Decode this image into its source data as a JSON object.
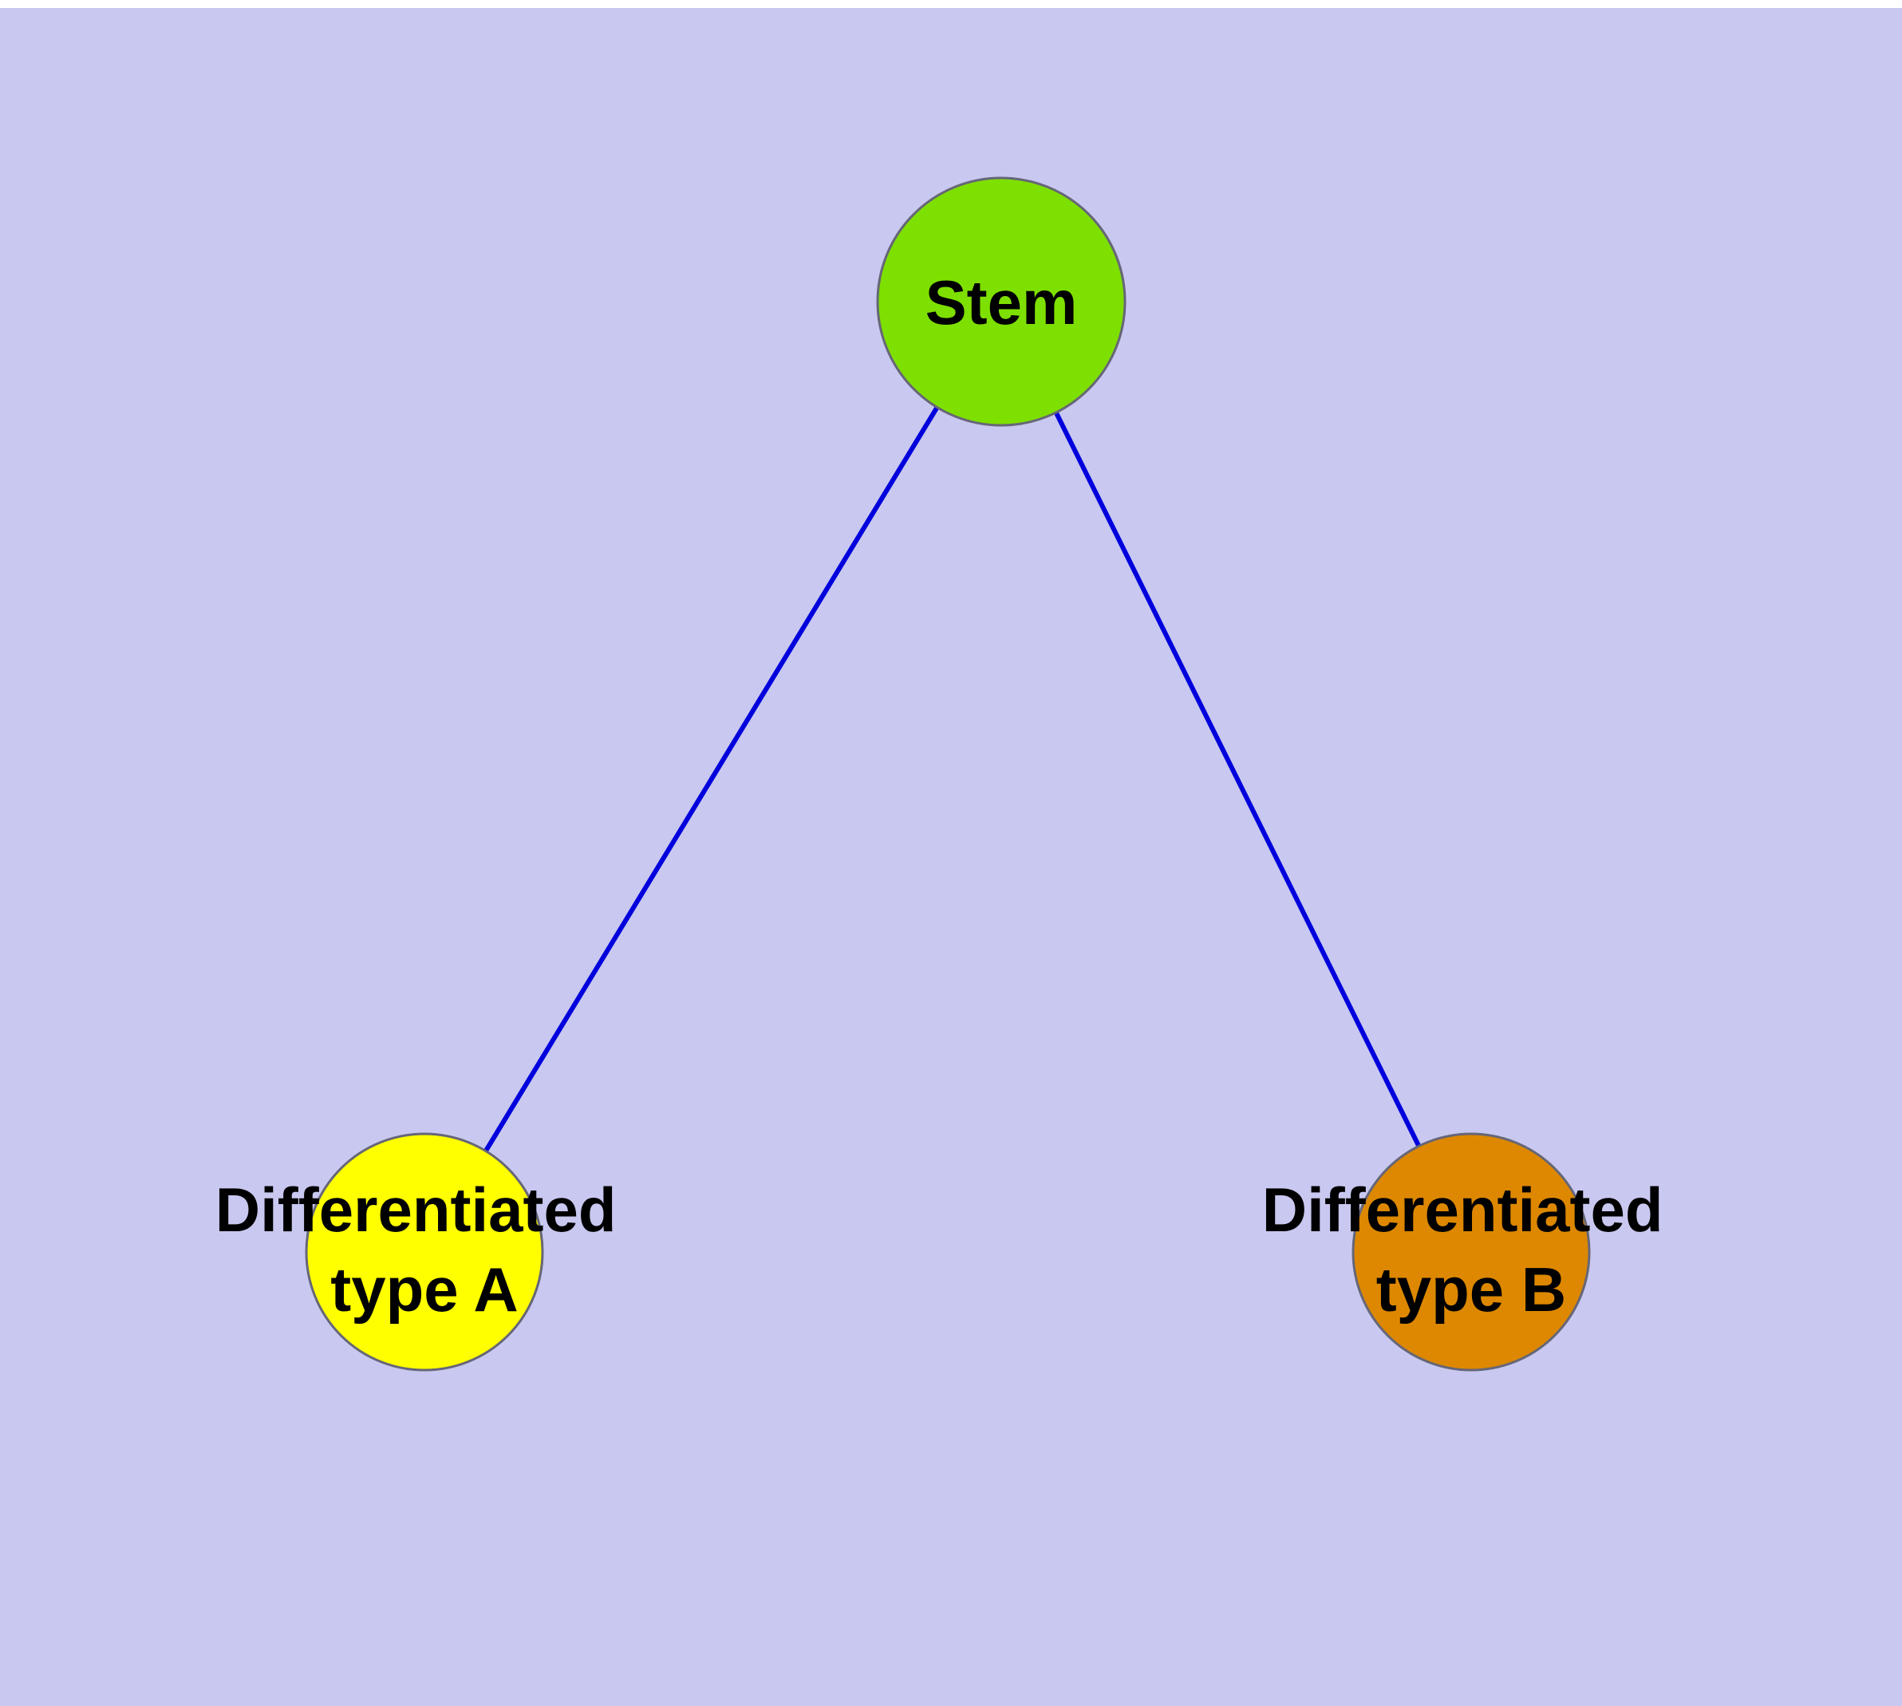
{
  "diagram": {
    "background_color": "#c8c8f0",
    "edge_color": "#0000dd",
    "node_stroke_color": "#666677",
    "nodes": {
      "stem": {
        "label": "Stem",
        "fill": "#7ee000"
      },
      "type_a": {
        "label_line1": "Differentiated",
        "label_line2": "type A",
        "label_full": "Differentiated type A",
        "fill": "#ffff00"
      },
      "type_b": {
        "label_line1": "Differentiated",
        "label_line2": "type B",
        "label_full": "Differentiated type B",
        "fill": "#dd8800"
      }
    },
    "edges": [
      {
        "from": "Stem",
        "to": "Differentiated type A"
      },
      {
        "from": "Stem",
        "to": "Differentiated type B"
      }
    ]
  }
}
